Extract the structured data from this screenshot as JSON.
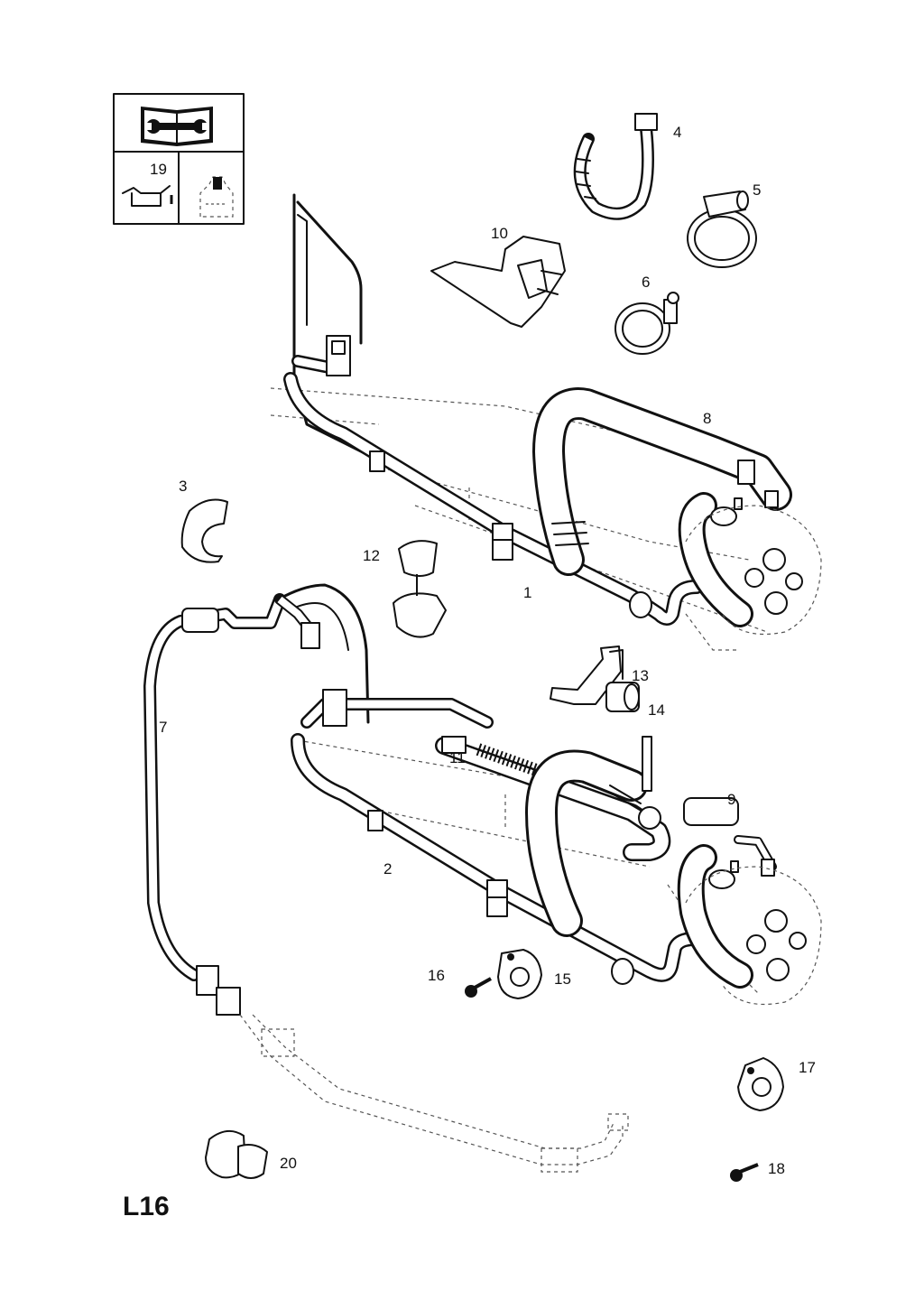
{
  "page_code": "L16",
  "legend_box": {
    "number": "19"
  },
  "callouts": {
    "c1": "1",
    "c2": "2",
    "c3": "3",
    "c4": "4",
    "c5": "5",
    "c6": "6",
    "c7": "7",
    "c8": "8",
    "c9": "9",
    "c10": "10",
    "c11": "11",
    "c12": "12",
    "c13": "13",
    "c14": "14",
    "c15": "15",
    "c16": "16",
    "c17": "17",
    "c18": "18",
    "c19": "19",
    "c20": "20"
  },
  "icons": {
    "manual": "service-manual-wrench-icon",
    "oil": "oil-can-icon",
    "bottle": "fluid-bottle-icon"
  },
  "colors": {
    "line": "#111111",
    "background": "#ffffff",
    "hidden": "#555555"
  }
}
